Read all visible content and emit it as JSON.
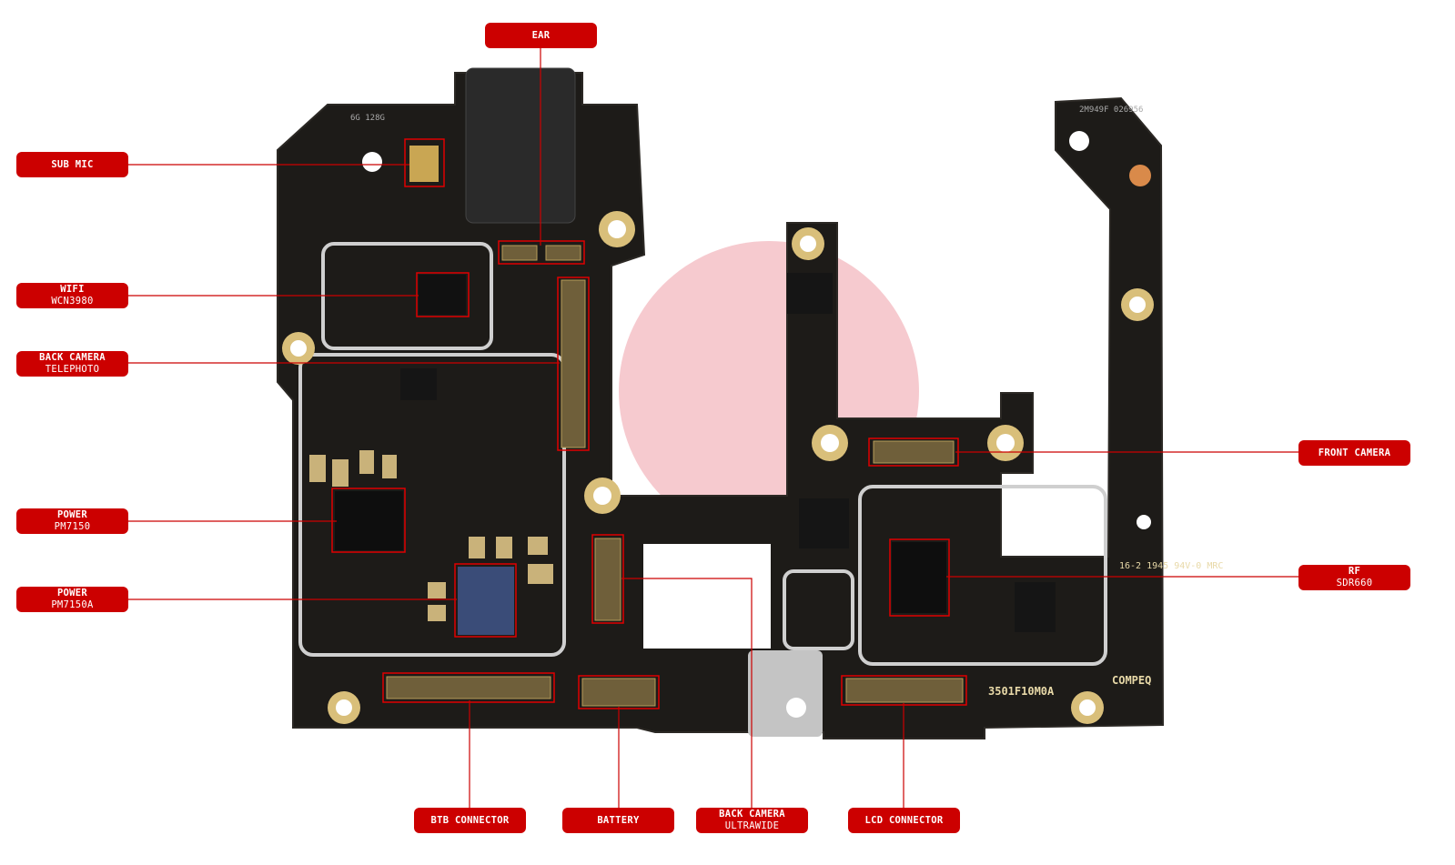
{
  "labels": {
    "ear": {
      "title": "EAR"
    },
    "sub_mic": {
      "title": "SUB MIC"
    },
    "wifi": {
      "title": "WIFI",
      "sub": "WCN3980"
    },
    "back_camera_tele": {
      "title": "BACK CAMERA",
      "sub": "TELEPHOTO"
    },
    "power_1": {
      "title": "POWER",
      "sub": "PM7150"
    },
    "power_2": {
      "title": "POWER",
      "sub": "PM7150A"
    },
    "front_camera": {
      "title": "FRONT CAMERA"
    },
    "rf": {
      "title": "RF",
      "sub": "SDR660"
    },
    "btb": {
      "title": "BTB CONNECTOR"
    },
    "battery": {
      "title": "BATTERY"
    },
    "back_camera_ultra": {
      "title": "BACK CAMERA",
      "sub": "ULTRAWIDE"
    },
    "lcd": {
      "title": "LCD CONNECTOR"
    }
  },
  "board_text": {
    "part_no": "3501F10M0A",
    "maker": "COMPEQ",
    "date": "16-2 1945 94V-0 MRC",
    "corner_code": "2M949F 026956",
    "mem": "6G 128G"
  },
  "colors": {
    "accent": "#cc0000",
    "pcb": "#1c1a17",
    "gold": "#d9bf7a"
  }
}
